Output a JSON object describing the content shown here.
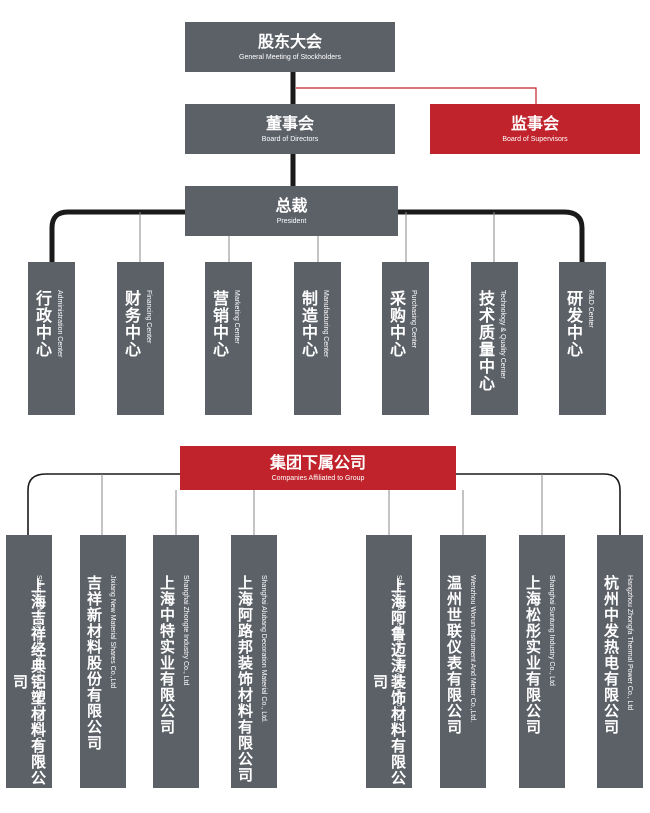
{
  "top": {
    "gm": {
      "zh": "股东大会",
      "en": "General Meeting of Stockholders"
    },
    "board": {
      "zh": "董事会",
      "en": "Board of Directors"
    },
    "supervisors": {
      "zh": "监事会",
      "en": "Board of Supervisors"
    },
    "president": {
      "zh": "总裁",
      "en": "President"
    }
  },
  "centers": [
    {
      "zh": "行政中心",
      "en": "Administration Center"
    },
    {
      "zh": "财务中心",
      "en": "Financing Center"
    },
    {
      "zh": "营销中心",
      "en": "Marketing Center"
    },
    {
      "zh": "制造中心",
      "en": "Manufacturing Center"
    },
    {
      "zh": "采购中心",
      "en": "Purchasing Center"
    },
    {
      "zh": "技术质量中心",
      "en": "Technology & Quality Center"
    },
    {
      "zh": "研发中心",
      "en": "R&D Center"
    }
  ],
  "group": {
    "zh": "集团下属公司",
    "en": "Companies Affiliated to Group"
  },
  "companies": [
    {
      "zh": "上海吉祥经典铝塑材料有限公司",
      "en": "Shanghai Jixiang Classic Aluminum Plastic Material Co., Ltd."
    },
    {
      "zh": "吉祥新材料股份有限公司",
      "en": "Jixiang New Material Shares Co.,Ltd"
    },
    {
      "zh": "上海中特实业有限公司",
      "en": "Shanghai Zhongte Industry Co., Ltd"
    },
    {
      "zh": "上海阿路邦装饰材料有限公司",
      "en": "Shanghai Alubang Decoration Material Co., Ltd."
    },
    {
      "zh": "上海阿鲁迈涛装饰材料有限公司",
      "en": "Shanghai Alumetal Decorative Material Co.,Ltd."
    },
    {
      "zh": "温州世联仪表有限公司",
      "en": "Wenzhou Worun Instrument And Meter Co.,Ltd."
    },
    {
      "zh": "上海松彤实业有限公司",
      "en": "Shanghai Suntung Industry Co., Ltd"
    },
    {
      "zh": "杭州中发热电有限公司",
      "en": "Hangzhou Zhongfa Thermal Power Co., Ltd"
    }
  ],
  "colors": {
    "box_gray": "#5c6168",
    "accent_red": "#c0232c",
    "line_dark": "#1a1a1a",
    "line_gray": "#8a8a8a"
  }
}
